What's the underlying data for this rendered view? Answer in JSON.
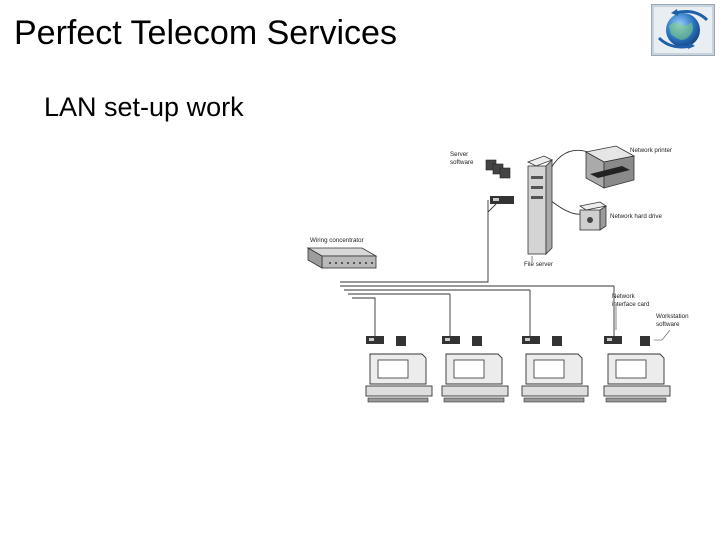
{
  "slide": {
    "title": "Perfect Telecom Services",
    "subtitle": "LAN set-up work"
  },
  "logo": {
    "icon": "globe-arrows-icon",
    "colors": {
      "globe": "#2a74c0",
      "frame": "#c9d3de",
      "arrows": "#1d5fa8"
    }
  },
  "diagram": {
    "labels": {
      "network_printer": "Network printer",
      "server_software_1": "Server",
      "server_software_2": "software",
      "network_hard_drive": "Network hard drive",
      "wiring_concentrator": "Wiring concentrator",
      "file_server": "File server",
      "nic_1": "Network",
      "nic_2": "interface card",
      "workstation_software_1": "Workstation",
      "workstation_software_2": "software"
    }
  }
}
